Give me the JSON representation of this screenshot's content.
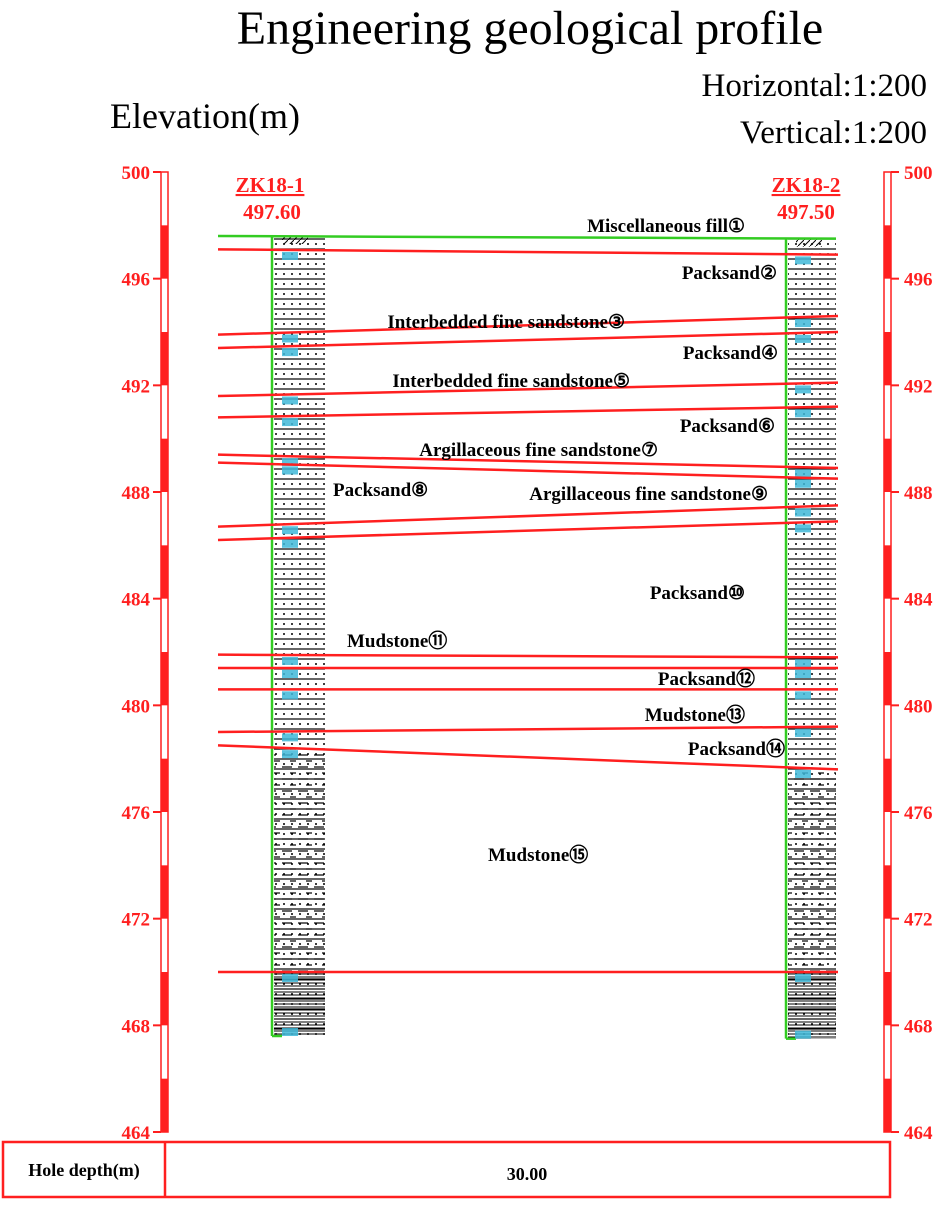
{
  "title": "Engineering geological profile",
  "scale": {
    "horizontal": "Horizontal:1:200",
    "vertical": "Vertical:1:200"
  },
  "axis": {
    "label": "Elevation(m)",
    "min": 464,
    "max": 500,
    "ticks": [
      "500",
      "496",
      "492",
      "488",
      "484",
      "480",
      "476",
      "472",
      "468",
      "464"
    ]
  },
  "boreholes": [
    {
      "id": "ZK18-1",
      "elevation": "497.60",
      "top": 497.6,
      "bottom": 467.6
    },
    {
      "id": "ZK18-2",
      "elevation": "497.50",
      "top": 497.5,
      "bottom": 467.5
    }
  ],
  "boundaries": [
    {
      "left": 497.1,
      "right": 496.9
    },
    {
      "left": 493.9,
      "right": 494.6
    },
    {
      "left": 493.4,
      "right": 494.0
    },
    {
      "left": 491.6,
      "right": 492.1
    },
    {
      "left": 490.8,
      "right": 491.2
    },
    {
      "left": 489.4,
      "right": 488.9
    },
    {
      "left": 489.1,
      "right": 488.5
    },
    {
      "left": 486.7,
      "right": 487.5
    },
    {
      "left": 486.2,
      "right": 486.9
    },
    {
      "left": 481.9,
      "right": 481.8
    },
    {
      "left": 481.4,
      "right": 481.4
    },
    {
      "left": 480.6,
      "right": 480.6
    },
    {
      "left": 479.0,
      "right": 479.2
    },
    {
      "left": 478.5,
      "right": 477.6
    },
    {
      "left": 470.0,
      "right": 470.0
    }
  ],
  "layers": [
    {
      "name": "Miscellaneous fill①"
    },
    {
      "name": "Packsand②"
    },
    {
      "name": "Interbedded fine sandstone③"
    },
    {
      "name": "Packsand④"
    },
    {
      "name": "Interbedded fine sandstone⑤"
    },
    {
      "name": "Packsand⑥"
    },
    {
      "name": "Argillaceous fine sandstone⑦"
    },
    {
      "name": "Packsand⑧"
    },
    {
      "name": "Argillaceous fine sandstone⑨"
    },
    {
      "name": "Packsand⑩"
    },
    {
      "name": "Mudstone⑪"
    },
    {
      "name": "Packsand⑫"
    },
    {
      "name": "Mudstone⑬"
    },
    {
      "name": "Packsand⑭"
    },
    {
      "name": "Mudstone⑮"
    }
  ],
  "hole_depth": {
    "label": "Hole depth(m)",
    "value": "30.00"
  },
  "colors": {
    "axis": "#ff1f1f",
    "boundary": "#ff1f1f",
    "surface": "#33cc22",
    "hole_marker": "#3fb8d8",
    "text": "#000000"
  }
}
